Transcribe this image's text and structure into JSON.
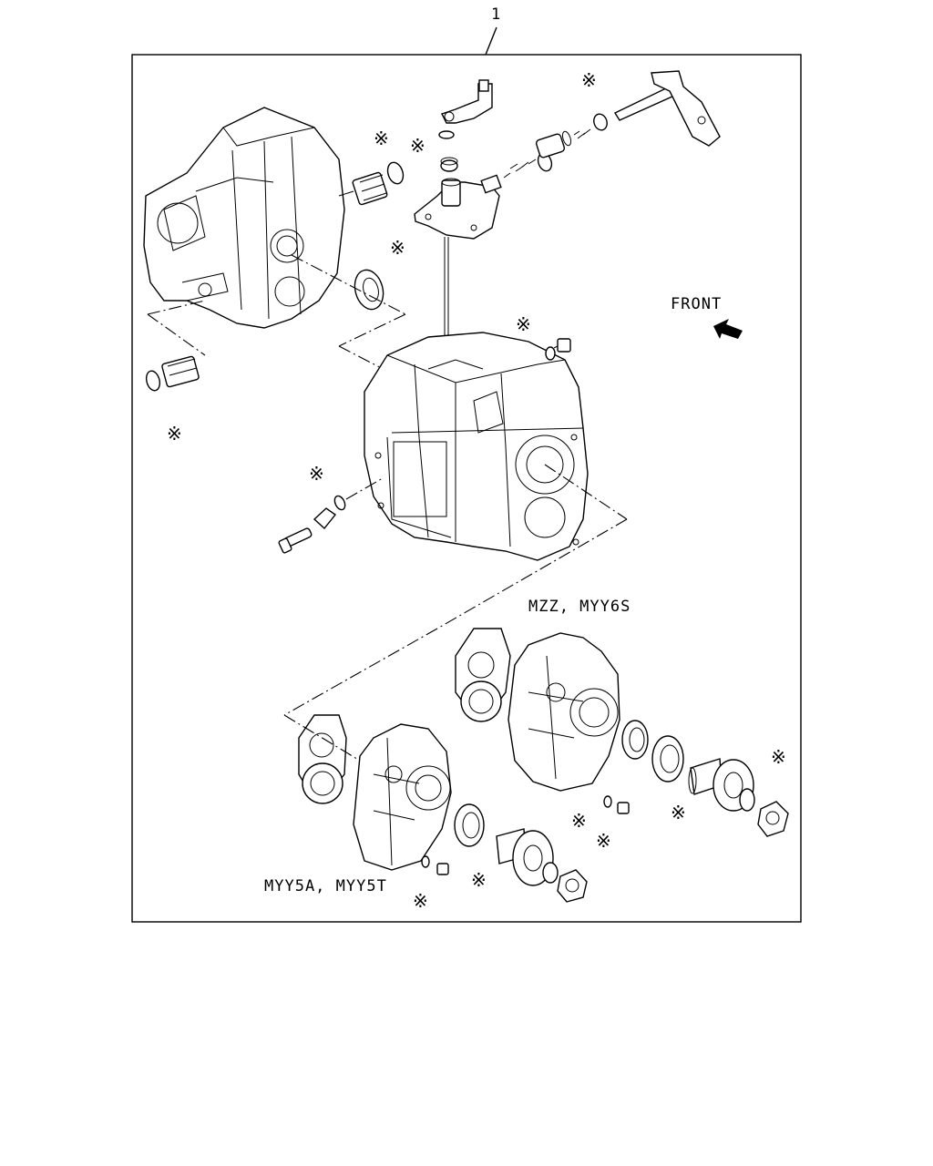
{
  "callout": {
    "number": "1"
  },
  "labels": {
    "front": "FRONT",
    "variant_upper": "MZZ, MYY6S",
    "variant_lower": "MYY5A, MYY5T"
  },
  "marker": {
    "symbol": "※"
  },
  "colors": {
    "line": "#000000",
    "background": "#ffffff"
  }
}
